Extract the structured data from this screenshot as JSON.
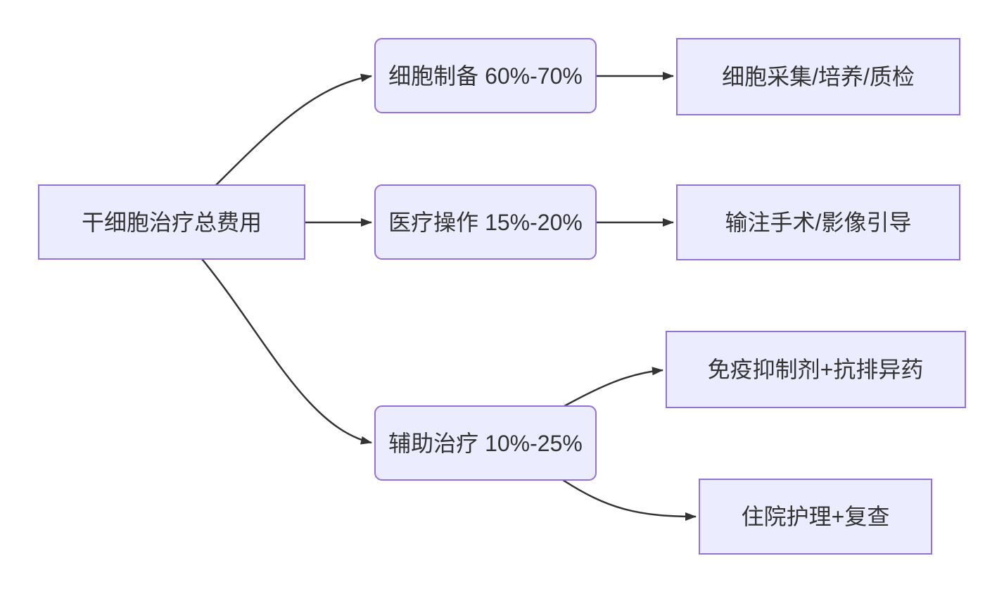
{
  "colors": {
    "node_fill": "#ECECFF",
    "node_border": "#9370DB",
    "edge_color": "#333333",
    "text_color": "#333333",
    "background": "#FFFFFF"
  },
  "diagram": {
    "type": "flowchart-LR",
    "root": {
      "label": "干细胞治疗总费用"
    },
    "branches": [
      {
        "label": "细胞制备 60%-70%",
        "children": [
          {
            "label": "细胞采集/培养/质检"
          }
        ]
      },
      {
        "label": "医疗操作 15%-20%",
        "children": [
          {
            "label": "输注手术/影像引导"
          }
        ]
      },
      {
        "label": "辅助治疗 10%-25%",
        "children": [
          {
            "label": "免疫抑制剂+抗排异药"
          },
          {
            "label": "住院护理+复查"
          }
        ]
      }
    ]
  }
}
